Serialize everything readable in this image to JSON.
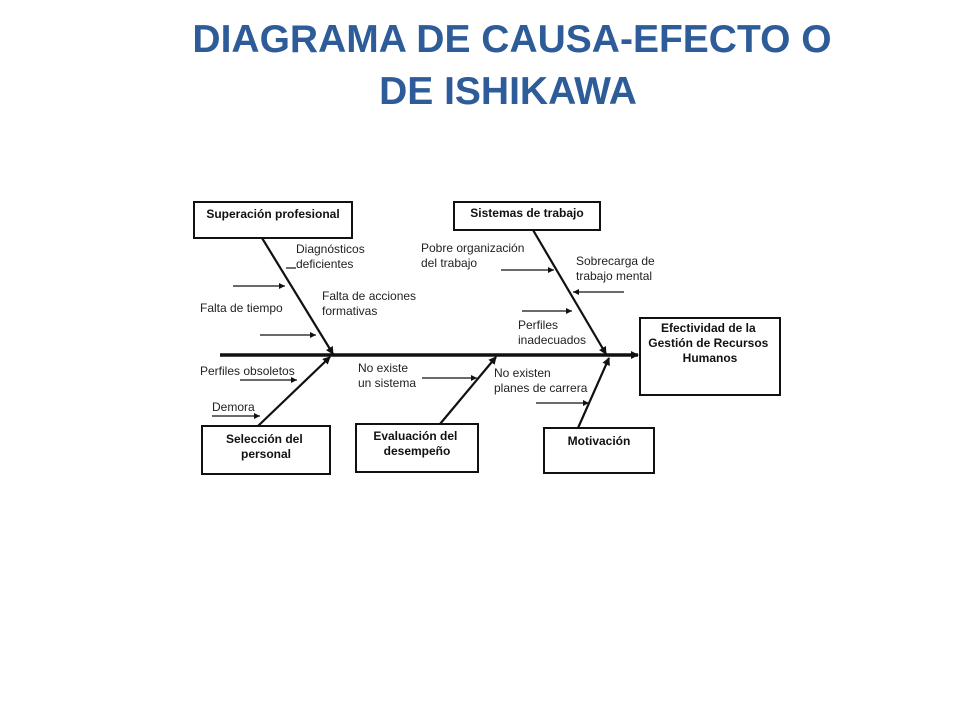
{
  "title": {
    "line1": "DIAGRAMA DE CAUSA-EFECTO O",
    "line2": "DE ISHIKAWA",
    "color": "#2E5C99"
  },
  "diagram": {
    "effect": [
      "Efectividad de la",
      "Gestión de Recursos",
      "Humanos"
    ],
    "categories": {
      "superacion": [
        "Superación profesional"
      ],
      "sistemas": [
        "Sistemas de trabajo"
      ],
      "seleccion": [
        "Selección del",
        "personal"
      ],
      "evaluacion": [
        "Evaluación del",
        "desempeño"
      ],
      "motivacion": [
        "Motivación"
      ]
    },
    "causes": {
      "diagnosticos": [
        "Diagnósticos",
        "deficientes"
      ],
      "falta_tiempo": [
        "Falta de tiempo"
      ],
      "falta_acciones": [
        "Falta de acciones",
        "formativas"
      ],
      "pobre_org": [
        "Pobre organización",
        "del trabajo"
      ],
      "sobrecarga": [
        "Sobrecarga de",
        "trabajo mental"
      ],
      "perfiles_inad": [
        "Perfiles",
        "inadecuados"
      ],
      "perfiles_obs": [
        "Perfiles obsoletos"
      ],
      "demora": [
        "Demora"
      ],
      "no_sistema": [
        "No existe",
        "un sistema"
      ],
      "no_planes": [
        "No existen",
        "planes de carrera"
      ]
    }
  }
}
